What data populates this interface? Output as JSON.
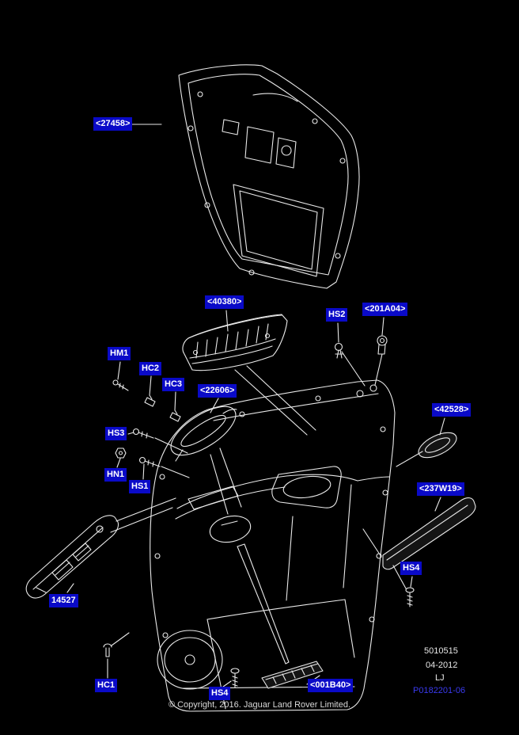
{
  "diagram": {
    "background_color": "#000000",
    "line_color": "#e9e9e9",
    "label_bg_color": "#0a0ac8",
    "label_text_color": "#ffffff",
    "reference_link_color": "#3a3af0",
    "description": "Exploded parts diagram of front door trim panel and fixings"
  },
  "labels": [
    {
      "id": "27458",
      "text": "<27458>"
    },
    {
      "id": "40380",
      "text": "<40380>"
    },
    {
      "id": "hs2",
      "text": "HS2"
    },
    {
      "id": "201a04",
      "text": "<201A04>"
    },
    {
      "id": "hm1",
      "text": "HM1"
    },
    {
      "id": "hc2",
      "text": "HC2"
    },
    {
      "id": "hc3",
      "text": "HC3"
    },
    {
      "id": "22606",
      "text": "<22606>"
    },
    {
      "id": "42528",
      "text": "<42528>"
    },
    {
      "id": "hs3",
      "text": "HS3"
    },
    {
      "id": "hn1",
      "text": "HN1"
    },
    {
      "id": "hs1",
      "text": "HS1"
    },
    {
      "id": "237w19",
      "text": "<237W19>"
    },
    {
      "id": "hs4-right",
      "text": "HS4"
    },
    {
      "id": "14527",
      "text": "14527"
    },
    {
      "id": "hc1",
      "text": "HC1"
    },
    {
      "id": "hs4-bottom",
      "text": "HS4"
    },
    {
      "id": "001b40",
      "text": "<001B40>"
    }
  ],
  "plate": {
    "drawing_number": "5010515",
    "date": "04-2012",
    "code": "LJ",
    "reference": "P0182201-06"
  },
  "footer": {
    "copyright": "© Copyright, 2016. Jaguar Land Rover Limited."
  }
}
